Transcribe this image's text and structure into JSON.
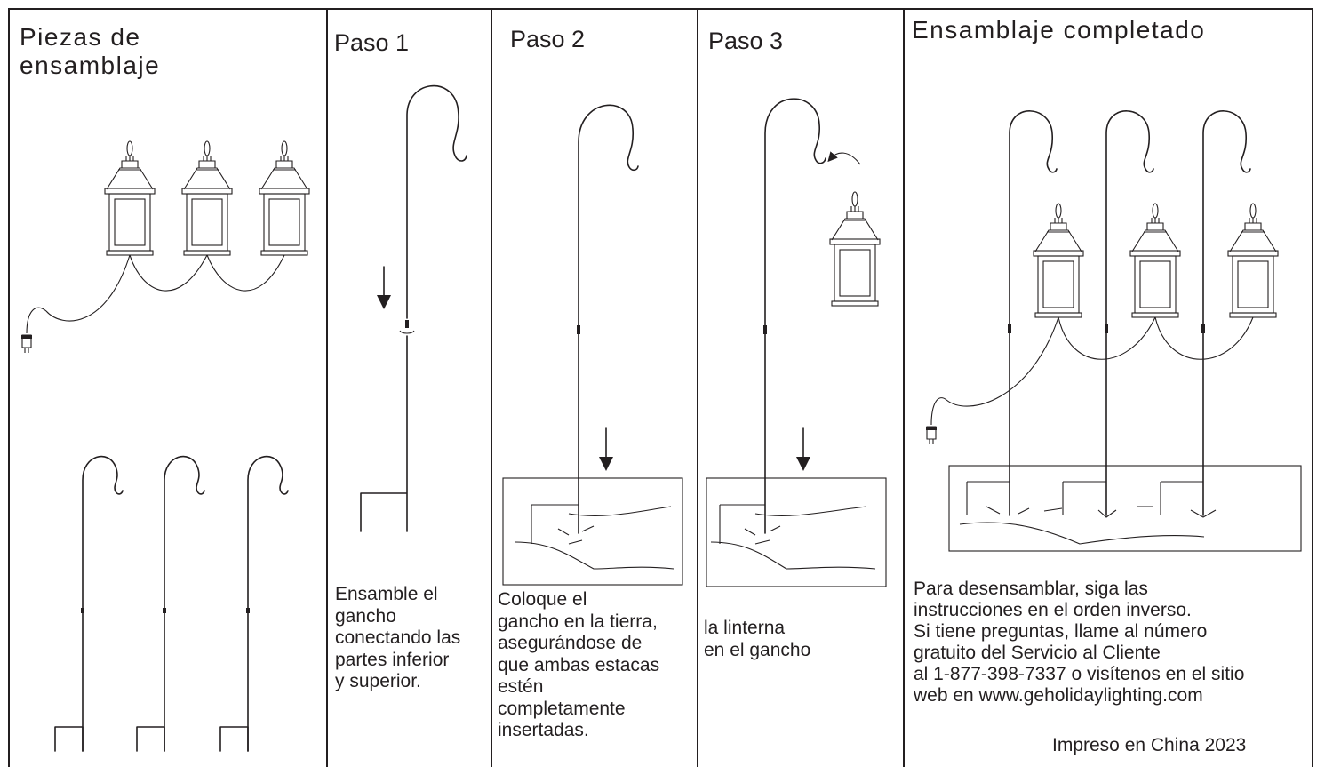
{
  "panels": [
    {
      "title": "Piezas de\nensamblaje",
      "text": ""
    },
    {
      "title": "Paso 1",
      "text": "Ensamble el\ngancho\nconectando las\npartes inferior\ny superior."
    },
    {
      "title": "Paso 2",
      "text": "Coloque el\ngancho en la tierra,\nasegurándose de\nque ambas estacas\nestén\ncompletamente\ninsertadas."
    },
    {
      "title": "Paso 3",
      "text": " la linterna\nen el gancho"
    },
    {
      "title": "Ensamblaje completado",
      "text": "Para desensamblar, siga las\ninstrucciones en el orden inverso.\nSi tiene preguntas, llame al número\ngratuito del Servicio al Cliente\nal 1-877-398-7337 o visítenos en el sitio\nweb en www.geholidaylighting.com"
    }
  ],
  "footer": {
    "printed": "Impreso en China 2023"
  },
  "icons": [
    "lantern-icon",
    "shepherd-hook-icon",
    "plug-icon",
    "down-arrow-icon",
    "ground-icon"
  ],
  "colors": {
    "ink": "#231f20",
    "background": "#ffffff"
  }
}
